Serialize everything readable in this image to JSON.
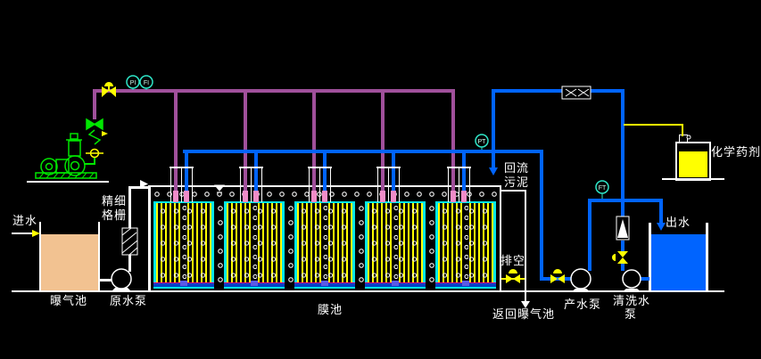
{
  "labels": {
    "inlet": "进水",
    "aeration_tank": "曝气池",
    "raw_water_pump": "原水泵",
    "fine_screen_line1": "精细",
    "fine_screen_line2": "格栅",
    "membrane_tank": "膜池",
    "return_sludge_line1": "回流",
    "return_sludge_line2": "污泥",
    "drain": "排空",
    "return_to_aeration": "返回曝气池",
    "product_pump": "产水泵",
    "cleaning_pump_line1": "清洗水",
    "cleaning_pump_line2": "泵",
    "chemical_agent": "化学药剂",
    "outlet": "出水"
  },
  "instruments": {
    "blower_pressure": "PI",
    "blower_flow": "FI",
    "suction_pressure": "PT",
    "product_flow": "FT"
  },
  "membrane_cassette_count": 5,
  "colors": {
    "background": "#000000",
    "air_pipe": "#A0509B",
    "water_pipe": "#0064FF",
    "highlight_yellow": "#FFFF00",
    "equipment_green": "#00E600",
    "frame_cyan": "#00E6E6",
    "instrument_cyan": "#2EE6C8",
    "mixed_liquor_fill": "#F2C291",
    "permeate_fill": "#0064FF",
    "chemical_fill": "#FFFF00",
    "membrane_fiber": "#FFFF00",
    "riser_pink": "#F08CC8",
    "cassette_base_blue": "#0040C8",
    "line_white": "#FFFFFF"
  }
}
